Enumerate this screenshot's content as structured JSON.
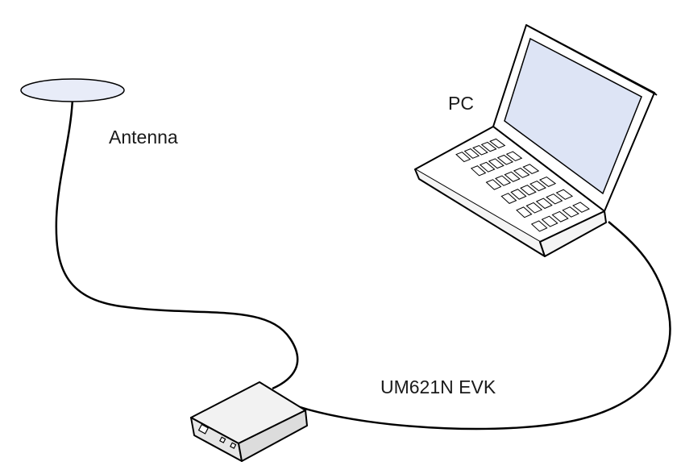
{
  "labels": {
    "antenna": "Antenna",
    "pc": "PC",
    "evk": "UM621N EVK"
  },
  "colors": {
    "stroke": "#000000",
    "screen": "#dde4f5",
    "antenna_fill": "#e8ecf8",
    "laptop_body": "#ffffff",
    "device_top": "#f2f2f2",
    "device_side": "#e6e6e6"
  }
}
